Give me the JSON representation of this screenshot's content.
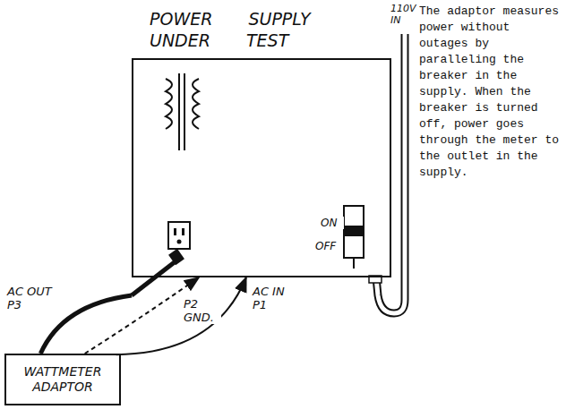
{
  "diagram": {
    "caption": "The adaptor measures power without outages by paralleling the breaker in the supply. When the breaker is turned off, power goes through the meter to the outlet in the supply.",
    "nodes": [
      {
        "text": [
          "POWER SUPPLY UNDER TEST"
        ]
      },
      {
        "text": [
          "WATTMETER ADAPTOR"
        ]
      }
    ],
    "edges": [
      {
        "from": 1,
        "to": 0,
        "arrow": "none",
        "label": "AC OUT P3"
      },
      {
        "from": 1,
        "to": 0,
        "arrow": "to",
        "label": "P2 GND."
      },
      {
        "from": 1,
        "to": 0,
        "arrow": "to",
        "label": "AC IN P1"
      }
    ],
    "labels": [
      "110V IN",
      "ON",
      "OFF"
    ]
  }
}
